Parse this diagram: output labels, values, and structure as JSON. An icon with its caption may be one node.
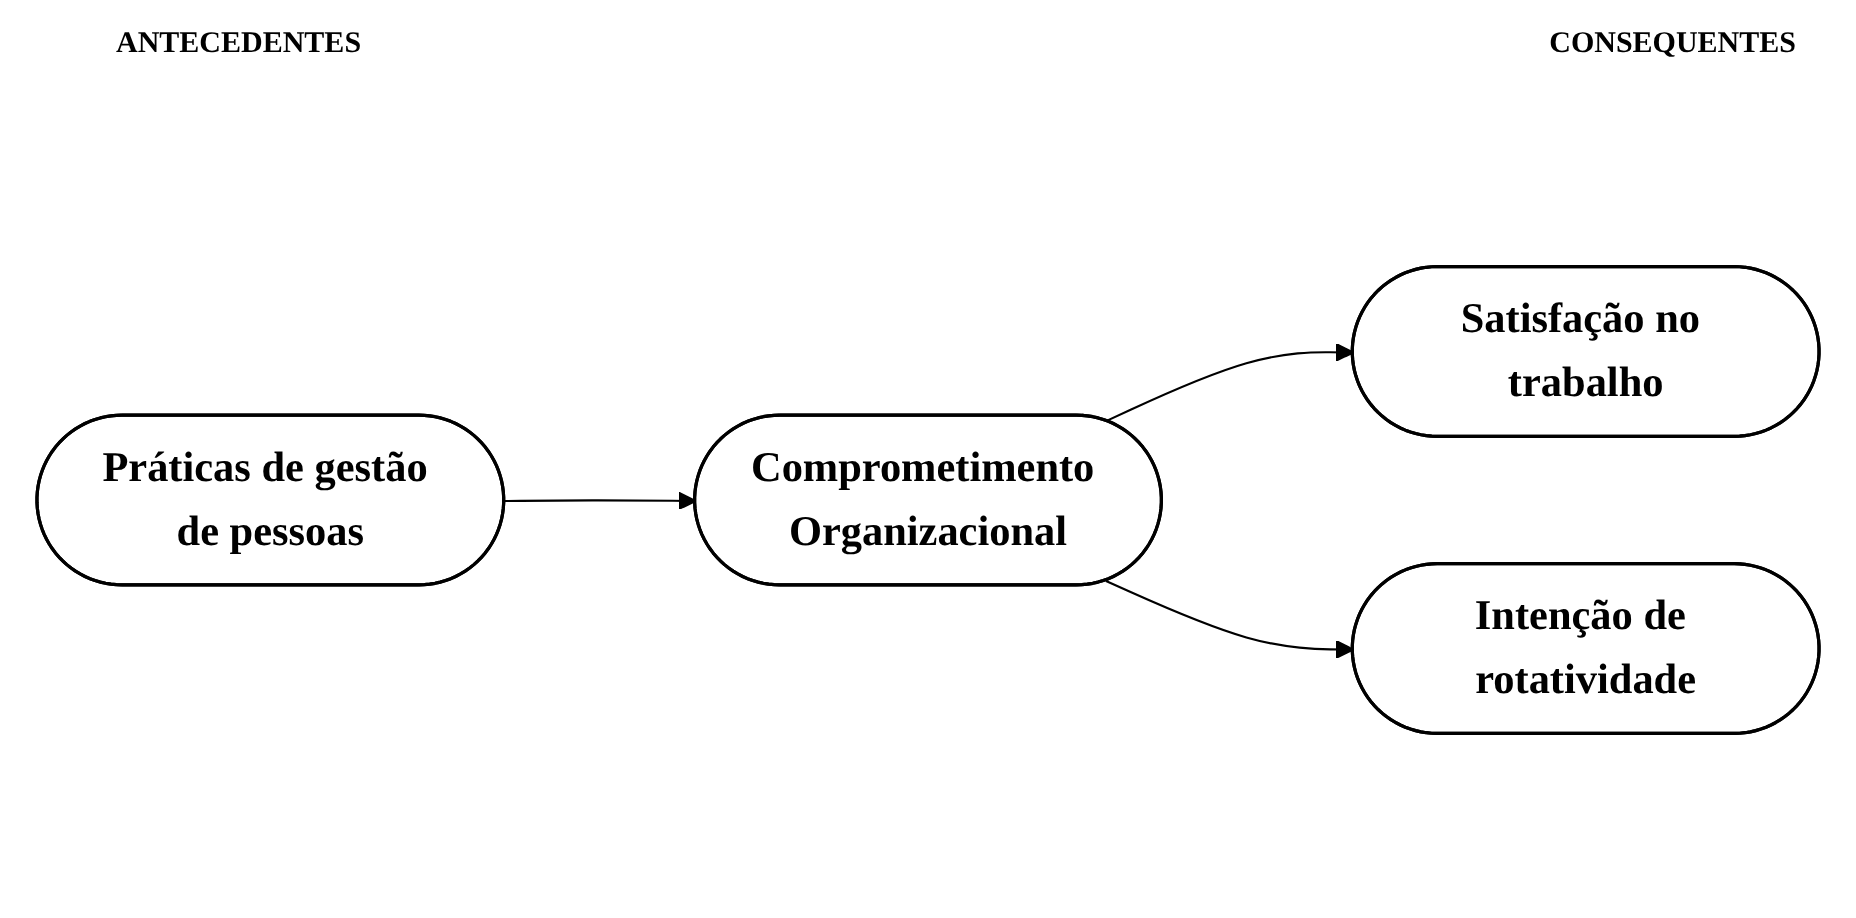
{
  "diagram": {
    "nodes": [
      {
        "text": [
          "Práticas de gestão de pessoas"
        ]
      },
      {
        "text": [
          "Comprometimento Organizacional"
        ]
      },
      {
        "text": [
          "Satisfação no trabalho"
        ]
      },
      {
        "text": [
          "Intenção de rotatividade"
        ]
      }
    ],
    "edges": [
      {
        "from": 0,
        "to": 1,
        "arrow": "to"
      },
      {
        "from": 1,
        "to": 2,
        "arrow": "to"
      },
      {
        "from": 1,
        "to": 3,
        "arrow": "to"
      }
    ],
    "labels": [
      "ANTECEDENTES",
      "CONSEQUENTES"
    ]
  }
}
